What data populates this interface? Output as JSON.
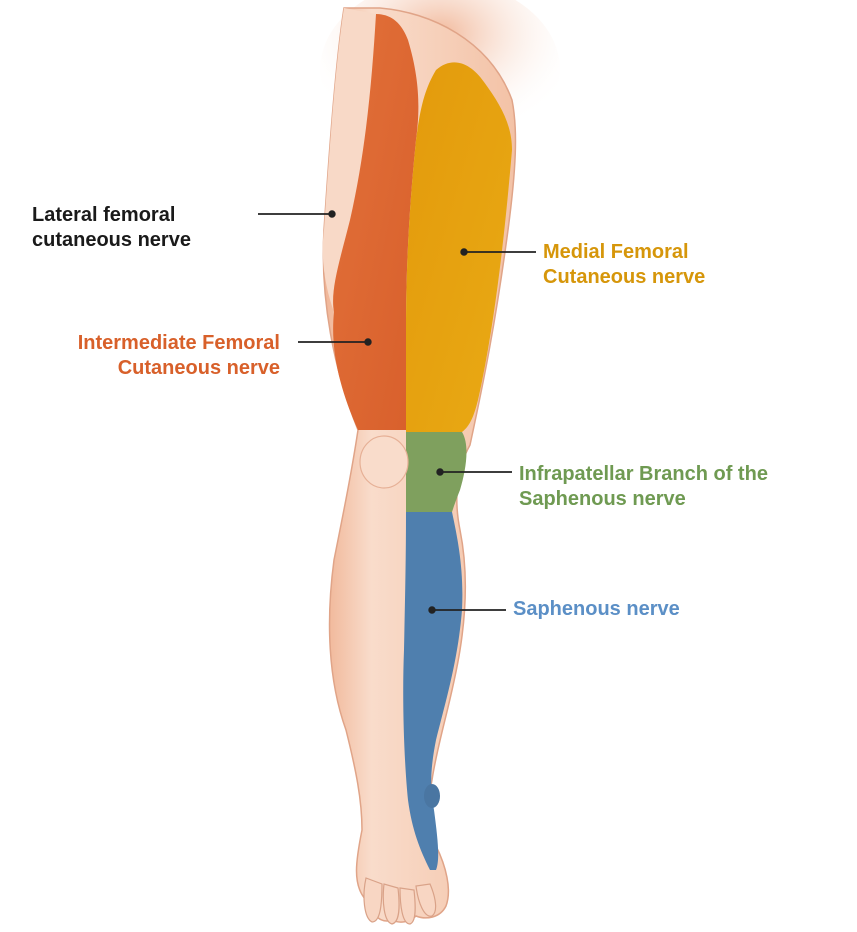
{
  "colors": {
    "skin": "#f6cdb4",
    "skin_shadow": "#eaa98a",
    "lateral_zone": "#f6d3bf",
    "intermediate": "#df6a33",
    "medial": "#e6a10f",
    "infrapatellar": "#7ea05c",
    "saphenous": "#4f7fae",
    "label_lateral": "#1a1a1a",
    "label_intermediate": "#d8602a",
    "label_medial": "#d6960a",
    "label_infrapatellar": "#6f9a52",
    "label_saphenous": "#5b8fc6",
    "leader_line": "#222222"
  },
  "labels": {
    "lateral": {
      "line1": "Lateral femoral",
      "line2": "cutaneous nerve"
    },
    "medial": {
      "line1": "Medial Femoral",
      "line2": "Cutaneous nerve"
    },
    "intermediate": {
      "line1": "Intermediate Femoral",
      "line2": "Cutaneous nerve"
    },
    "infrapatellar": {
      "line1": "Infrapatellar Branch of the",
      "line2": "Saphenous nerve"
    },
    "saphenous": {
      "line1": "Saphenous nerve"
    }
  }
}
